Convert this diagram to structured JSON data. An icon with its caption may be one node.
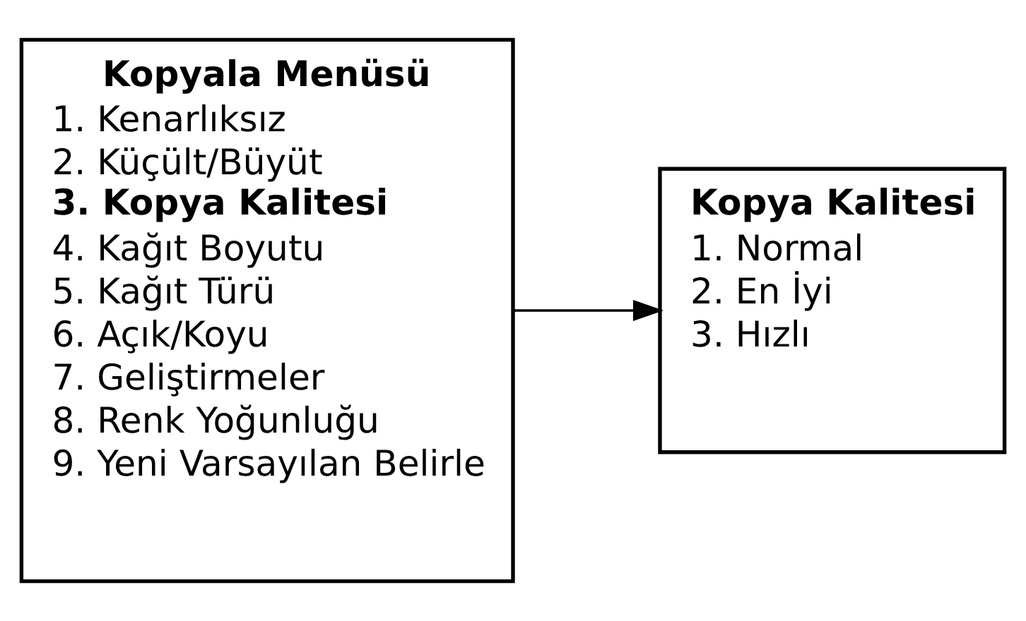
{
  "diagram": {
    "nodes": [
      {
        "text": [
          "Kopyala Menüsü",
          "1. Kenarlıksız",
          "2. Küçült/Büyüt",
          "3. Kopya Kalitesi",
          "4. Kağıt Boyutu",
          "5. Kağıt Türü",
          "6. Açık/Koyu",
          "7. Geliştirmeler",
          "8. Renk Yoğunluğu",
          "9. Yeni Varsayılan Belirle"
        ]
      },
      {
        "text": [
          "Kopya Kalitesi",
          "1. Normal",
          "2. En İyi",
          "3. Hızlı"
        ]
      }
    ],
    "edges": [
      {
        "from": 0,
        "to": 1,
        "arrow": "to"
      }
    ]
  }
}
